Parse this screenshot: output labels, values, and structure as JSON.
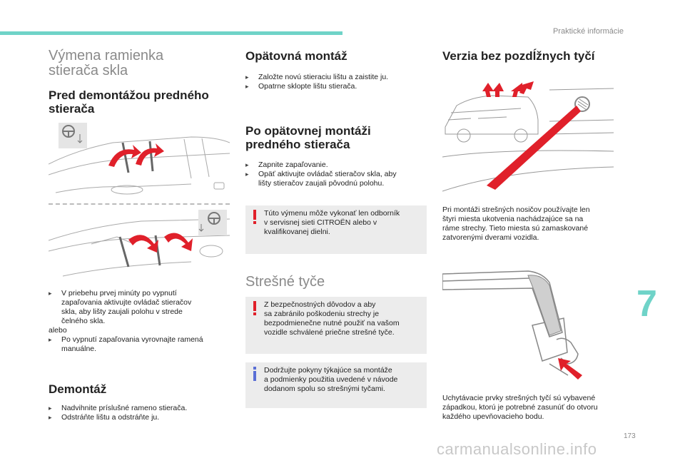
{
  "header": {
    "section": "Praktické informácie"
  },
  "col1": {
    "title": "Výmena ramienka stierača skla",
    "title_l1": "Výmena ramienka",
    "title_l2": "stierača skla",
    "subhead_l1": "Pred demontážou predného",
    "subhead_l2": "stierača",
    "bullet1_l1": "V priebehu prvej minúty po vypnutí",
    "bullet1_l2": "zapaľovania aktivujte ovládač stieračov",
    "bullet1_l3": "skla, aby lišty zaujali polohu v strede",
    "bullet1_l4": "čelného skla.",
    "alebo": "alebo",
    "bullet2_l1": "Po vypnutí zapaľovania vyrovnajte ramená",
    "bullet2_l2": "manuálne.",
    "demontaz_title": "Demontáž",
    "demontaz_b1": "Nadvihnite príslušné rameno stierača.",
    "demontaz_b2": "Odstráňte lištu a odstráňte ju."
  },
  "col2": {
    "reassembly_title": "Opätovná montáž",
    "reassembly_b1": "Založte novú stieraciu lištu a zaistite ju.",
    "reassembly_b2": "Opatrne sklopte lištu stierača.",
    "after_l1": "Po opätovnej montáži",
    "after_l2": "predného stierača",
    "after_b1": "Zapnite zapaľovanie.",
    "after_b2_l1": "Opäť aktivujte ovládač stieračov skla, aby",
    "after_b2_l2": "lišty stieračov zaujali pôvodnú polohu.",
    "warn1_l1": "Túto výmenu môže vykonať len odborník",
    "warn1_l2": "v servisnej sieti CITROËN alebo v",
    "warn1_l3": "kvalifikovanej dielni.",
    "roofbars_title": "Strešné tyče",
    "warn2_l1": "Z bezpečnostných dôvodov a aby",
    "warn2_l2": "sa zabránilo poškodeniu strechy je",
    "warn2_l3": "bezpodmienečne nutné použiť na vašom",
    "warn2_l4": "vozidle schválené priečne strešné tyče.",
    "info_l1": "Dodržujte pokyny týkajúce sa montáže",
    "info_l2": "a podmienky použitia uvedené v návode",
    "info_l3": "dodanom spolu so strešnými tyčami."
  },
  "col3": {
    "title": "Verzia bez pozdĺžnych tyčí",
    "p1_l1": "Pri montáži strešných nosičov používajte len",
    "p1_l2": "štyri miesta ukotvenia nachádzajúce sa na",
    "p1_l3": "ráme strechy. Tieto miesta sú zamaskované",
    "p1_l4": "zatvorenými dverami vozidla.",
    "p2_l1": "Uchytávacie prvky strešných tyčí sú vybavené",
    "p2_l2": "západkou, ktorú je potrebné zasunúť do otvoru",
    "p2_l3": "každého upevňovacieho bodu."
  },
  "chapter_number": "7",
  "page_number": "173",
  "watermark": "carmanualsonline.info",
  "colors": {
    "accent": "#6fd3c8",
    "warning": "#e0202a",
    "info": "#5a6fd6",
    "note_bg": "#ececec"
  },
  "icons": [
    "bullet-marker-icon",
    "warning-icon",
    "info-icon",
    "steering-wheel-icon"
  ]
}
